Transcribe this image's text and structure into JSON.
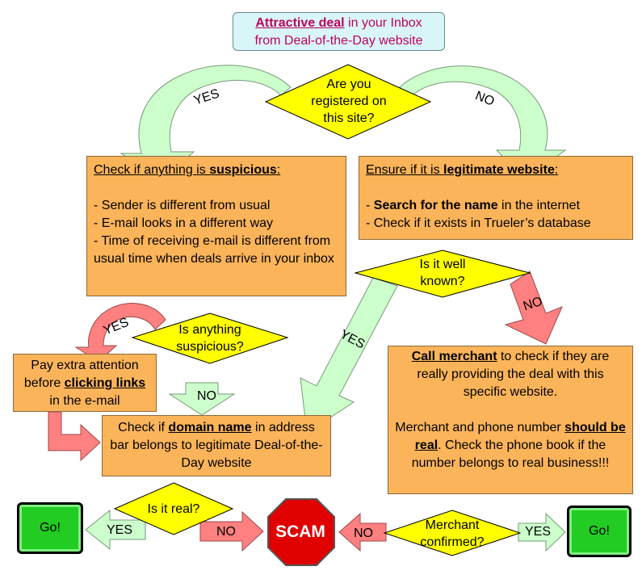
{
  "top": {
    "highlight": "Attractive deal",
    "rest1": " in your Inbox",
    "line2": "from Deal-of-the-Day website"
  },
  "d1": {
    "text": "Are you registered on this site?"
  },
  "yes1": "YES",
  "no1": "NO",
  "left_box": {
    "title_a": "Check if anything is ",
    "title_b": "suspicious",
    "title_c": ":",
    "items": [
      "- Sender is different from usual",
      "- E-mail looks in a different way",
      "- Time of receiving e-mail is different from usual time when deals arrive in your inbox"
    ]
  },
  "right_box": {
    "title_a": "Ensure if it is ",
    "title_b": "legitimate website",
    "title_c": ":",
    "item1_b": "Search for the name",
    "item1_rest": " in the internet",
    "item1_prefix": "- ",
    "item2": "- Check if it exists in Trueler’s database"
  },
  "d2": {
    "text": "Is it well known?"
  },
  "d3": {
    "text": "Is anything suspicious?"
  },
  "yes_d3": "YES",
  "pay_box": {
    "a": "Pay extra attention before ",
    "b": "clicking links",
    "c": " in the e-mail"
  },
  "no_d3": "NO",
  "yes_d2": "YES",
  "no_d2": "NO",
  "domain_box": {
    "a": "Check if ",
    "b": "domain name",
    "c": " in address bar belongs to legitimate Deal-of-the-Day website"
  },
  "call_box": {
    "a": "Call merchant",
    "b": " to check if they are really providing the deal with this specific website.",
    "c": "Merchant and phone number ",
    "d": "should be real",
    "e": ". Check the phone book if the number belongs to real business!!!"
  },
  "d4": {
    "text": "Is it real?"
  },
  "d5": {
    "text": "Merchant confirmed?"
  },
  "go_left": "Go!",
  "go_right": "Go!",
  "yes_d4": "YES",
  "no_d4": "NO",
  "no_d5": "NO",
  "yes_d5": "YES",
  "scam": "SCAM",
  "colors": {
    "box": "#fbb45a",
    "diamond": "#ffff00",
    "green_arrow": "#ccffcc",
    "red_arrow": "#ff8080",
    "go": "#22cc22",
    "scam": "#e00000",
    "top_bg": "#d8f6f8",
    "top_text": "#c00060"
  }
}
